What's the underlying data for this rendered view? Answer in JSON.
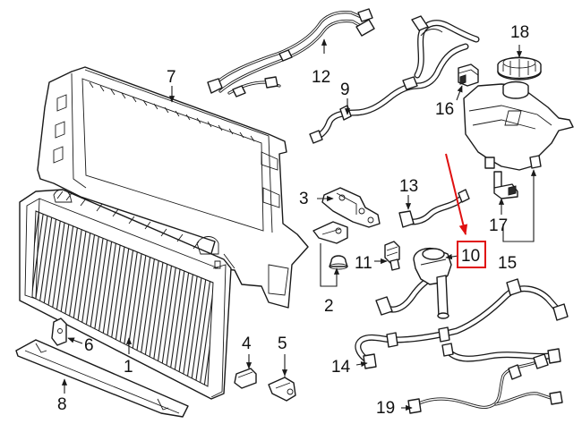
{
  "callouts": {
    "c1": "1",
    "c2": "2",
    "c3": "3",
    "c4": "4",
    "c5": "5",
    "c6": "6",
    "c7": "7",
    "c8": "8",
    "c9": "9",
    "c10": "10",
    "c11": "11",
    "c12": "12",
    "c13": "13",
    "c14": "14",
    "c15": "15",
    "c16": "16",
    "c17": "17",
    "c18": "18",
    "c19": "19"
  },
  "highlight": {
    "part_number": "10",
    "color": "#e01010"
  },
  "colors": {
    "line": "#1a1a1a",
    "background": "#ffffff"
  }
}
